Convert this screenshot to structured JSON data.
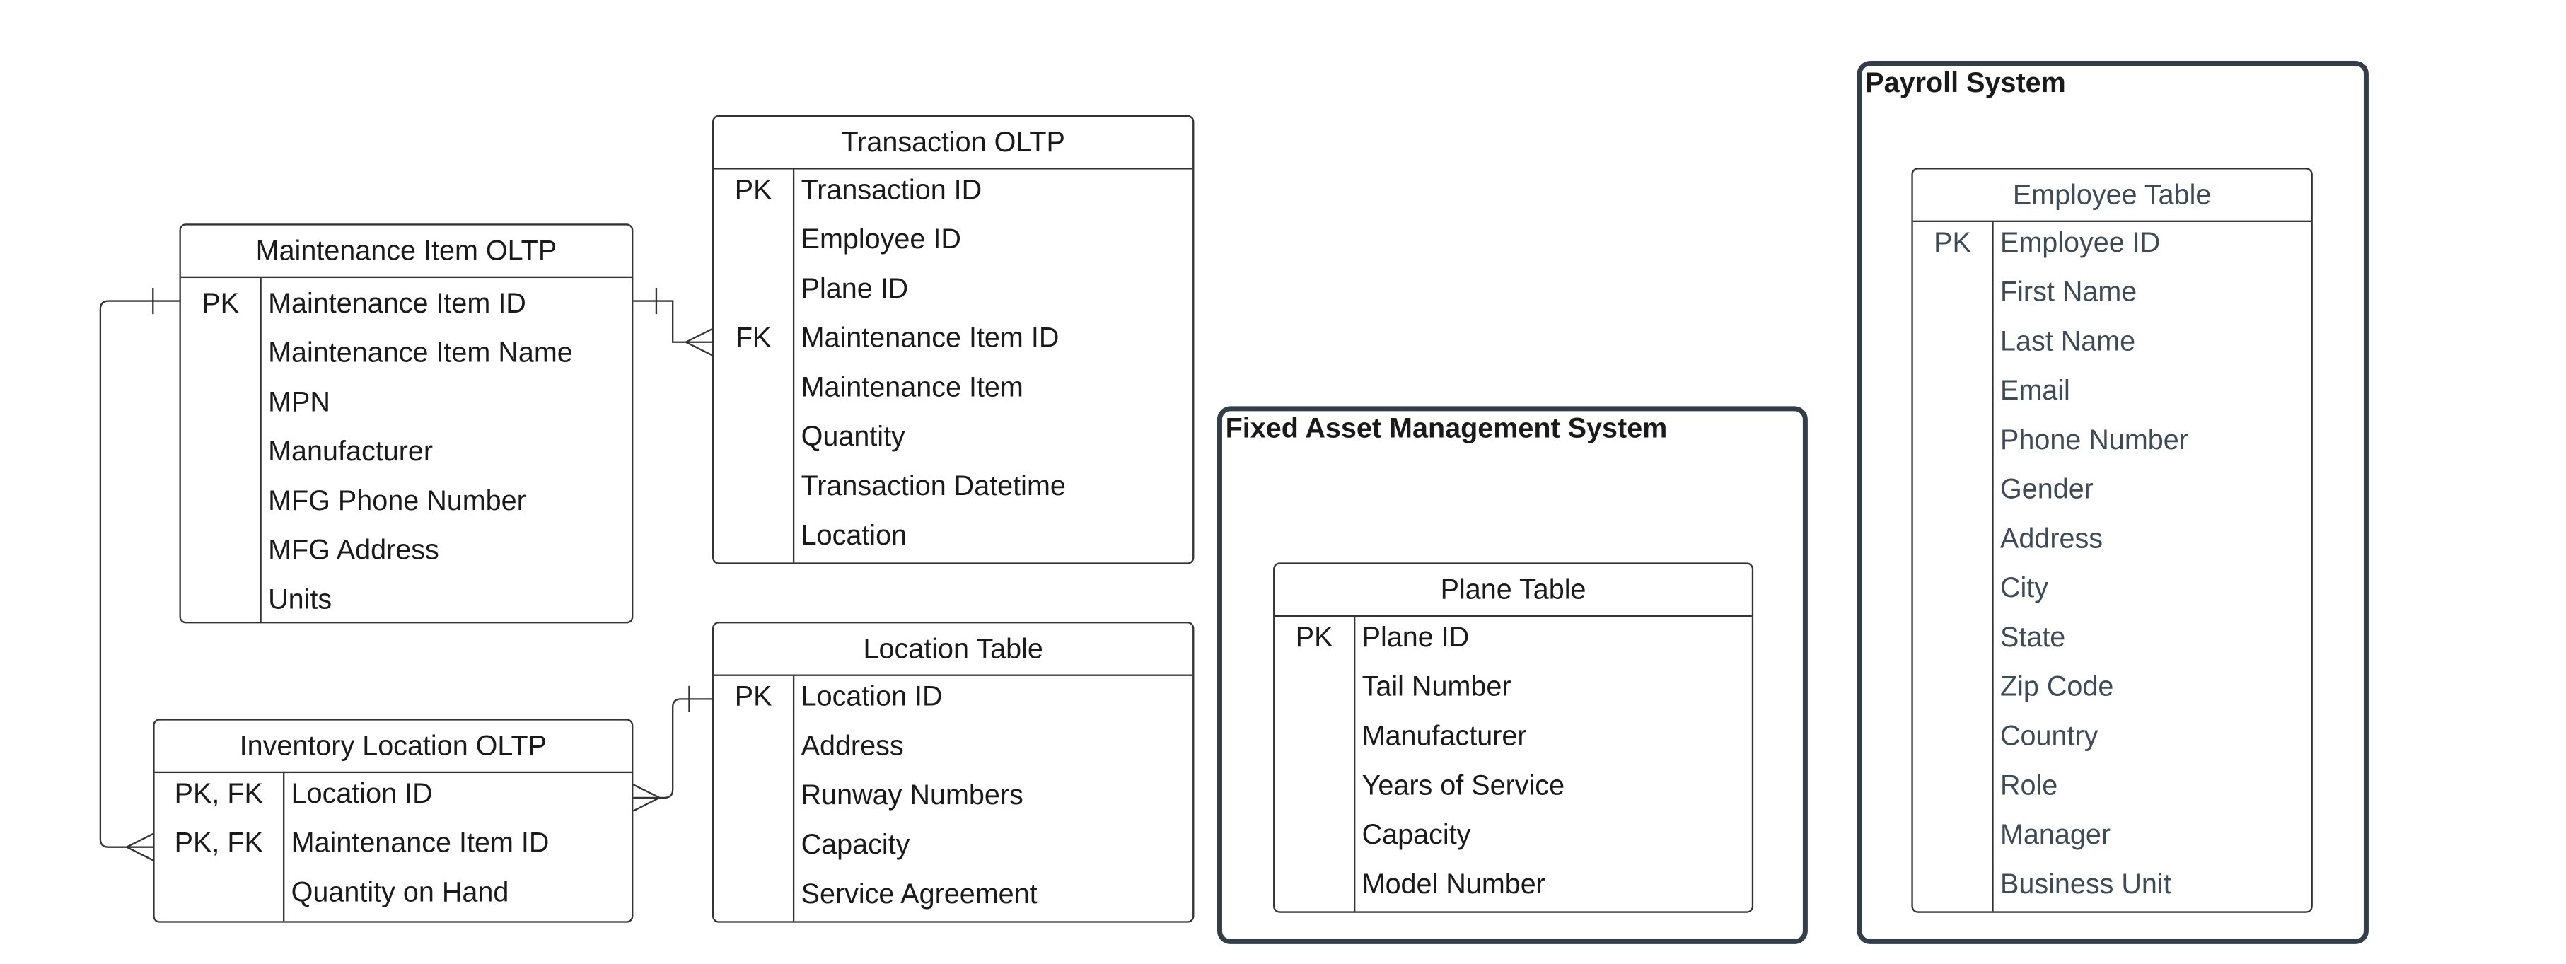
{
  "containers": {
    "fixed_asset": {
      "title": "Fixed Asset Management System"
    },
    "payroll": {
      "title": "Payroll System"
    }
  },
  "maintenance_item": {
    "title": "Maintenance Item OLTP",
    "rows": [
      {
        "key": "PK",
        "field": "Maintenance Item ID"
      },
      {
        "key": "",
        "field": "Maintenance Item Name"
      },
      {
        "key": "",
        "field": "MPN"
      },
      {
        "key": "",
        "field": "Manufacturer"
      },
      {
        "key": "",
        "field": "MFG Phone Number"
      },
      {
        "key": "",
        "field": "MFG Address"
      },
      {
        "key": "",
        "field": "Units"
      }
    ]
  },
  "transaction": {
    "title": "Transaction OLTP",
    "rows": [
      {
        "key": "PK",
        "field": "Transaction ID"
      },
      {
        "key": "",
        "field": "Employee ID"
      },
      {
        "key": "",
        "field": "Plane ID"
      },
      {
        "key": "FK",
        "field": "Maintenance Item ID"
      },
      {
        "key": "",
        "field": "Maintenance Item"
      },
      {
        "key": "",
        "field": "Quantity"
      },
      {
        "key": "",
        "field": "Transaction Datetime"
      },
      {
        "key": "",
        "field": "Location"
      }
    ]
  },
  "inventory_location": {
    "title": "Inventory Location OLTP",
    "rows": [
      {
        "key": "PK, FK",
        "field": "Location ID"
      },
      {
        "key": "PK, FK",
        "field": "Maintenance Item ID"
      },
      {
        "key": "",
        "field": "Quantity on Hand"
      }
    ]
  },
  "location_table": {
    "title": "Location Table",
    "rows": [
      {
        "key": "PK",
        "field": "Location ID"
      },
      {
        "key": "",
        "field": "Address"
      },
      {
        "key": "",
        "field": "Runway Numbers"
      },
      {
        "key": "",
        "field": "Capacity"
      },
      {
        "key": "",
        "field": "Service Agreement"
      }
    ]
  },
  "plane_table": {
    "title": "Plane Table",
    "rows": [
      {
        "key": "PK",
        "field": "Plane ID"
      },
      {
        "key": "",
        "field": "Tail Number"
      },
      {
        "key": "",
        "field": "Manufacturer"
      },
      {
        "key": "",
        "field": "Years of Service"
      },
      {
        "key": "",
        "field": "Capacity"
      },
      {
        "key": "",
        "field": "Model Number"
      }
    ]
  },
  "employee_table": {
    "title": "Employee Table",
    "rows": [
      {
        "key": "PK",
        "field": "Employee ID"
      },
      {
        "key": "",
        "field": "First Name"
      },
      {
        "key": "",
        "field": "Last Name"
      },
      {
        "key": "",
        "field": "Email"
      },
      {
        "key": "",
        "field": "Phone Number"
      },
      {
        "key": "",
        "field": "Gender"
      },
      {
        "key": "",
        "field": "Address"
      },
      {
        "key": "",
        "field": "City"
      },
      {
        "key": "",
        "field": "State"
      },
      {
        "key": "",
        "field": "Zip Code"
      },
      {
        "key": "",
        "field": "Country"
      },
      {
        "key": "",
        "field": "Role"
      },
      {
        "key": "",
        "field": "Manager"
      },
      {
        "key": "",
        "field": "Business Unit"
      }
    ]
  },
  "colors": {
    "line": "#333333",
    "container_border": "#333e48",
    "muted_text": "#3f4a57"
  }
}
